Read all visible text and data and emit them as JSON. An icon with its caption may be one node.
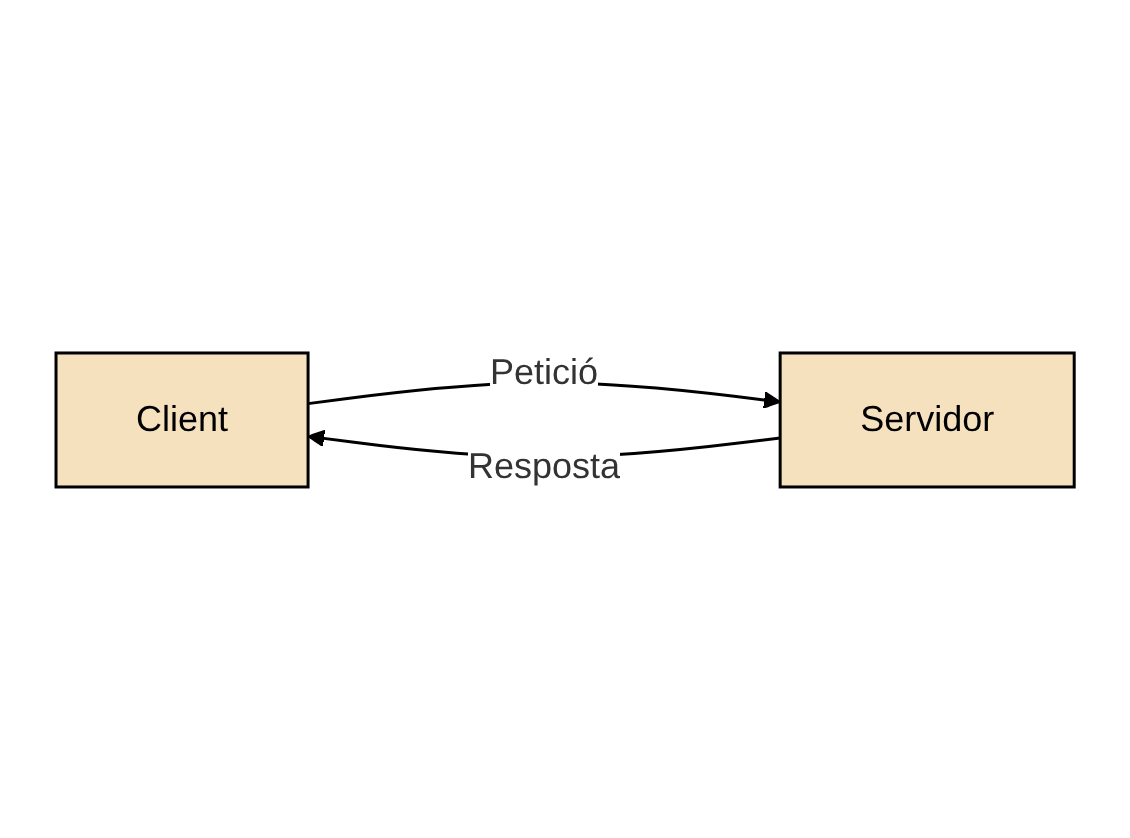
{
  "diagram": {
    "nodes": [
      {
        "text": [
          "Client"
        ]
      },
      {
        "text": [
          "Servidor"
        ]
      }
    ],
    "edges": [
      {
        "from": 0,
        "to": 1,
        "arrow": "to",
        "label": "Petició"
      },
      {
        "from": 1,
        "to": 0,
        "arrow": "to",
        "label": "Resposta"
      }
    ]
  }
}
